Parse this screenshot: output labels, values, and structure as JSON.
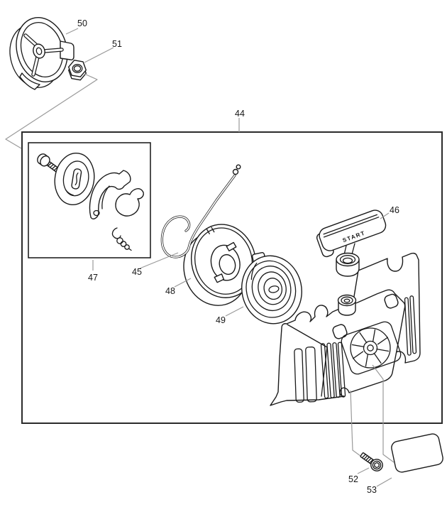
{
  "diagram": {
    "background": "#ffffff",
    "line_color": "#1a1a1a",
    "leader_color": "#9a9a9a",
    "box_color": "#2b2b2b",
    "grip_text": "START",
    "parts": {
      "p44": {
        "label": "44"
      },
      "p45": {
        "label": "45"
      },
      "p46": {
        "label": "46"
      },
      "p47": {
        "label": "47"
      },
      "p48": {
        "label": "48"
      },
      "p49": {
        "label": "49"
      },
      "p50": {
        "label": "50"
      },
      "p51": {
        "label": "51"
      },
      "p52": {
        "label": "52"
      },
      "p53": {
        "label": "53"
      }
    }
  }
}
